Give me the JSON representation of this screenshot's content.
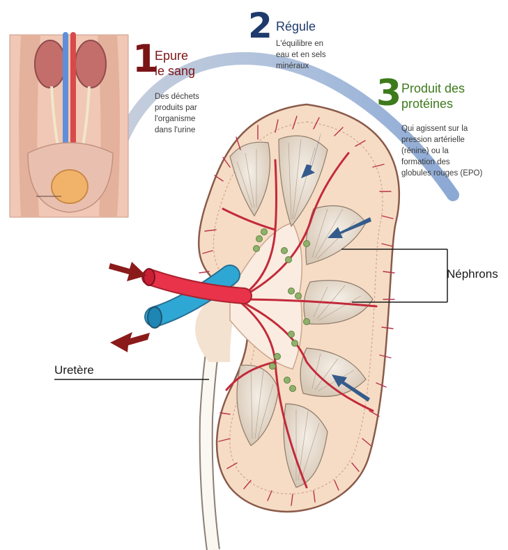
{
  "steps": [
    {
      "number": "1",
      "title_lines": [
        "Epure",
        "le sang"
      ],
      "desc_lines": [
        "Des déchets",
        "produits par",
        "l'organisme",
        "dans l'urine"
      ],
      "color": "#7b1416"
    },
    {
      "number": "2",
      "title_lines": [
        "Régule"
      ],
      "desc_lines": [
        "L'équilibre en",
        "eau et en sels",
        "minéraux"
      ],
      "color": "#1e3a6c"
    },
    {
      "number": "3",
      "title_lines": [
        "Produit des",
        "protéines"
      ],
      "desc_lines": [
        "Qui agissent sur la",
        "pression artérielle",
        "(rénine) ou la",
        "formation des",
        "globules rouges (EPO)"
      ],
      "color": "#3d7a1c"
    }
  ],
  "labels": {
    "nephrons": "Néphrons",
    "uretere": "Uretère"
  },
  "colors": {
    "artery": "#e8334a",
    "vein": "#2fa7d4",
    "flow_arrow": "#8b1a1a",
    "nephron_arrow": "#345b8c",
    "cortex": "#f6dcc4",
    "arc": "#aebfd8"
  }
}
